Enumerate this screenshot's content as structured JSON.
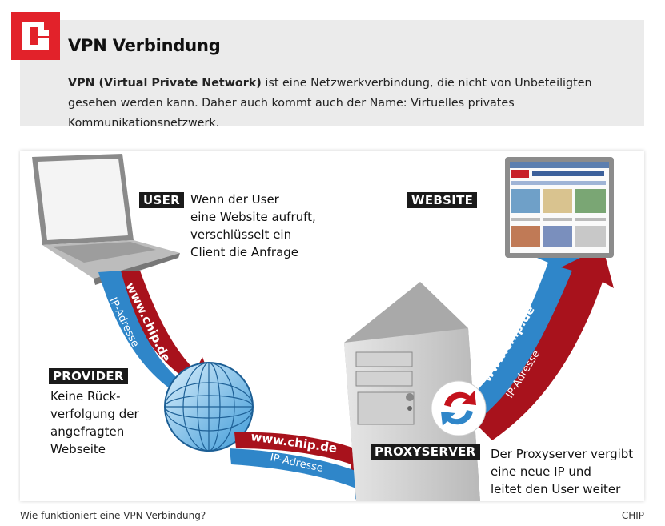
{
  "infobox": {
    "title": "VPN Verbindung",
    "text_bold": "VPN (Virtual Private Network)",
    "text_rest": " ist eine Netzwerkverbindung, die nicht von Unbeteiligten gesehen werden kann. Daher auch kommt auch der Name: Virtuelles privates Kommunikationsnetzwerk."
  },
  "figure": {
    "user_label": "USER",
    "user_desc": "Wenn der User\neine Website aufruft,\nverschlüsselt ein\nClient die Anfrage",
    "provider_label": "PROVIDER",
    "provider_desc": "Keine Rück-\nverfolgung der\nangefragten\nWebseite",
    "website_label": "WEBSITE",
    "proxy_label": "PROXYSERVER",
    "proxy_desc": "Der Proxyserver vergibt\neine neue IP und\nleitet den User weiter",
    "arrow_url": "www.chip.de",
    "arrow_ip": "IP-Adresse"
  },
  "caption": "Wie funktioniert eine VPN-Verbindung?",
  "credit": "CHIP",
  "colors": {
    "brand_red": "#e2222a",
    "arrow_red": "#a8121c",
    "arrow_blue": "#2f86c9",
    "infobox_bg": "#ebebeb"
  }
}
